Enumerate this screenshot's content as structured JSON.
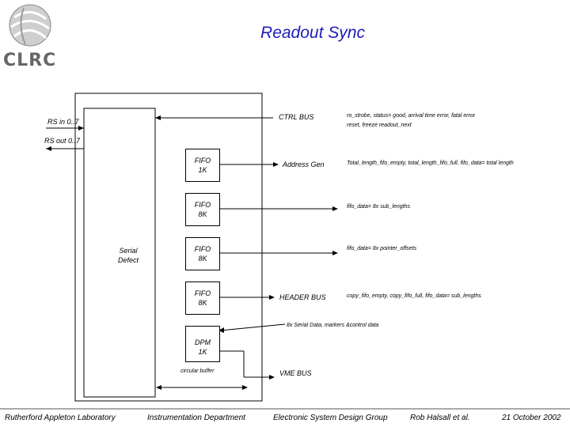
{
  "title": "Readout Sync",
  "logo": {
    "text": "CLRC",
    "icon": "clrc-logo-sphere-icon"
  },
  "diagram": {
    "rs_in": "RS in 0..7",
    "rs_out": "RS out 0..7",
    "serial_defect": "Serial Defect",
    "ctrl_bus": "CTRL BUS",
    "address_gen": "Address Gen",
    "header_bus": "HEADER BUS",
    "vme_bus": "VME BUS",
    "fifo_1": {
      "name": "FIFO",
      "size": "1K"
    },
    "fifo_2": {
      "name": "FIFO",
      "size": "8K"
    },
    "fifo_3": {
      "name": "FIFO",
      "size": "8K"
    },
    "fifo_4": {
      "name": "FIFO",
      "size": "8K"
    },
    "dpm": {
      "name": "DPM",
      "size": "1K"
    },
    "circular_buffer": "circular buffer",
    "ctrl_signals_1": "ro_strobe, status= good, arrival time error, fatal error",
    "ctrl_signals_2": "reset, freeze readout_next",
    "address_signals": "Total_length_fifo_empty, total_length_fifo_full, fifo_data= total length",
    "fifo8k_signals_1": "fifo_data= 8x sub_lengths",
    "fifo8k_signals_2": "fifo_data= 8x pointer_offsets",
    "header_signals": "copy_fifo_empty, copy_fifo_full, fifo_data= sub_lengths",
    "serial_data_signals": "8x Serial Data, markers &control data"
  },
  "footer": {
    "lab": "Rutherford Appleton Laboratory",
    "dept": "Instrumentation Department",
    "group": "Electronic System Design Group",
    "author": "Rob Halsall et al.",
    "date": "21 October 2002"
  }
}
